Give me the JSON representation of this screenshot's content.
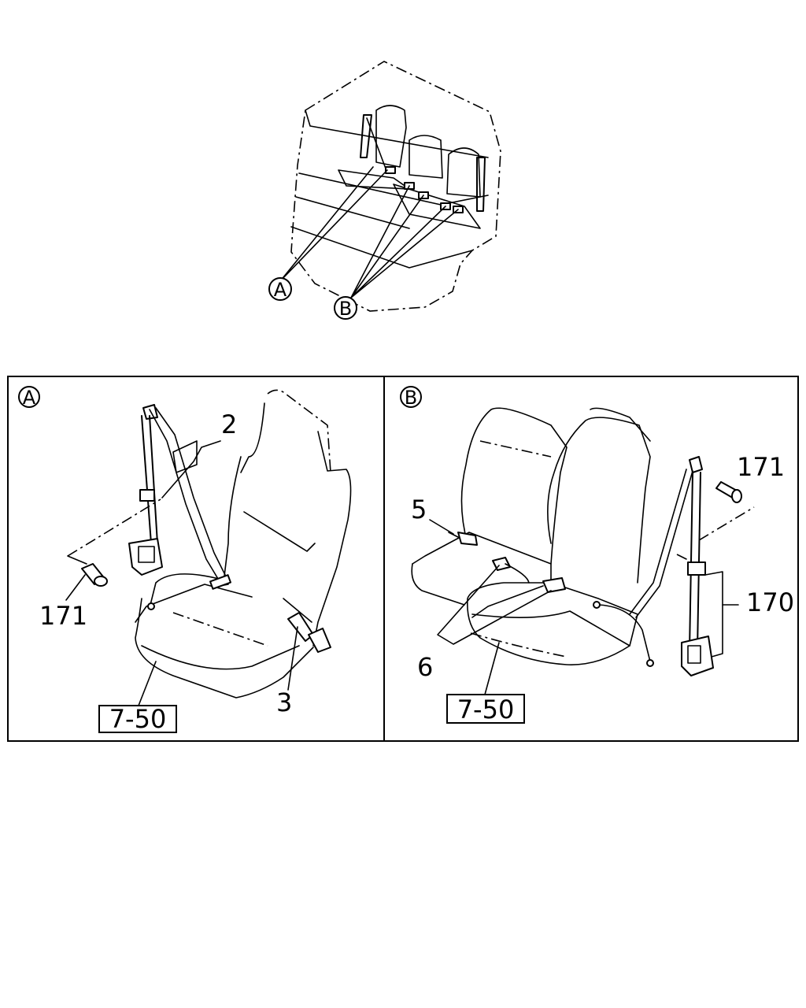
{
  "overview": {
    "callout_a": "A",
    "callout_b": "B"
  },
  "panel_a": {
    "id": "A",
    "labels": {
      "belt_guide": "2",
      "anchor_bolt": "171",
      "buckle": "3"
    },
    "ref": "7-50"
  },
  "panel_b": {
    "id": "B",
    "labels": {
      "anchor_bolt": "171",
      "buckle": "5",
      "lap_belt": "6",
      "retractor_belt": "170"
    },
    "ref": "7-50"
  }
}
